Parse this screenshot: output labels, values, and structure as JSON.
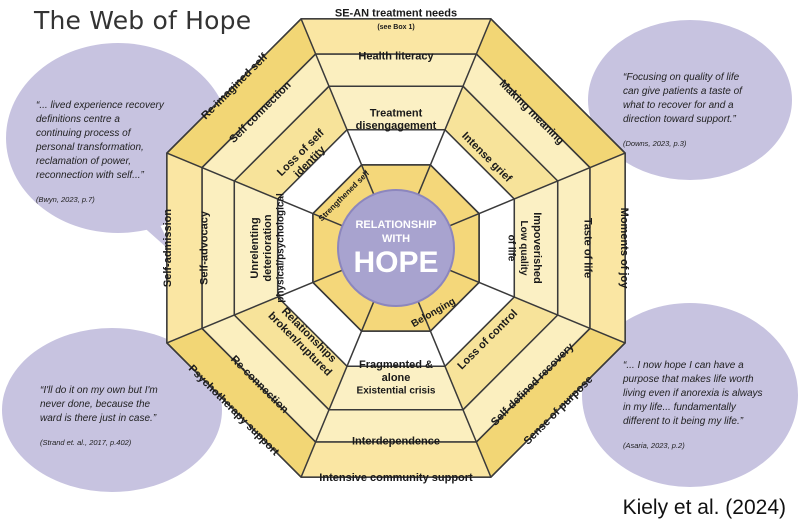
{
  "title": "The Web of Hope",
  "citation": "Kiely et al. (2024)",
  "center": {
    "line1": "RELATIONSHIP",
    "line2": "WITH",
    "line3": "HOPE"
  },
  "colors": {
    "outer": "#f2d675",
    "middle": "#fbefbf",
    "inner": "#ffffff",
    "core": "#f4d77a",
    "line": "#3a3a3a",
    "bubble": "#c7c3e0",
    "center": "#a8a3cf"
  },
  "sectors": [
    {
      "outer": "SE-AN treatment needs",
      "outer_sub": "(see Box 1)",
      "middle": "Health literacy",
      "inner": [
        "Treatment",
        "disengagement"
      ],
      "inner_sub": []
    },
    {
      "outer": "",
      "outer_sub": "",
      "middle": "Making meaning",
      "inner": [
        "Intense grief"
      ],
      "inner_sub": []
    },
    {
      "outer": "Moments of joy",
      "outer_sub": "",
      "middle": "Taste of life",
      "inner": [
        "Impoverished"
      ],
      "inner_sub": [
        "Low quality",
        "of life"
      ]
    },
    {
      "outer": "Sense of purpose",
      "outer_sub": "",
      "middle": "Self-defined recovery",
      "inner": [
        "Loss of control"
      ],
      "inner_sub": []
    },
    {
      "outer": "Intensive community support",
      "outer_sub": "",
      "middle": "Interdependence",
      "inner": [
        "Fragmented &",
        "alone"
      ],
      "inner_sub": [
        "Existential crisis"
      ]
    },
    {
      "outer": "Psychotherapy support",
      "outer_sub": "",
      "middle": "Re-connection",
      "inner": [
        "Relationships",
        "broken/ruptured"
      ],
      "inner_sub": []
    },
    {
      "outer": "Self-admission",
      "outer_sub": "",
      "middle": "Self-advocacy",
      "inner": [
        "Unrelenting",
        "deterioration"
      ],
      "inner_sub": [
        "physical/psychological"
      ]
    },
    {
      "outer": "Re-imagined self",
      "outer_sub": "",
      "middle": "Self connection",
      "inner": [
        "Loss of self",
        "identity"
      ],
      "inner_sub": []
    }
  ],
  "core_labels": {
    "top_left": "Strengthened self",
    "bottom": "Belonging"
  },
  "quotes": [
    {
      "lines": [
        "“... lived experience recovery",
        "definitions centre a",
        "continuing process of",
        "personal transformation,",
        "reclamation of power,",
        "reconnection with self...”"
      ],
      "source": "(Bwyn, 2023, p.7)"
    },
    {
      "lines": [
        "“Focusing on quality of life",
        "can give patients a taste of",
        "what to recover for and a",
        "direction toward support.”"
      ],
      "source": "(Downs, 2023, p.3)"
    },
    {
      "lines": [
        "“I'll do it on my own but I'm",
        "never done, because the",
        "ward is there just in case.”"
      ],
      "source": "(Strand et. al., 2017, p.402)"
    },
    {
      "lines": [
        "“... I now hope I can have a",
        "purpose that makes life worth",
        "living even if anorexia is always",
        "in my life... fundamentally",
        "different to it being my life.”"
      ],
      "source": "(Asaria, 2023, p.2)"
    }
  ]
}
